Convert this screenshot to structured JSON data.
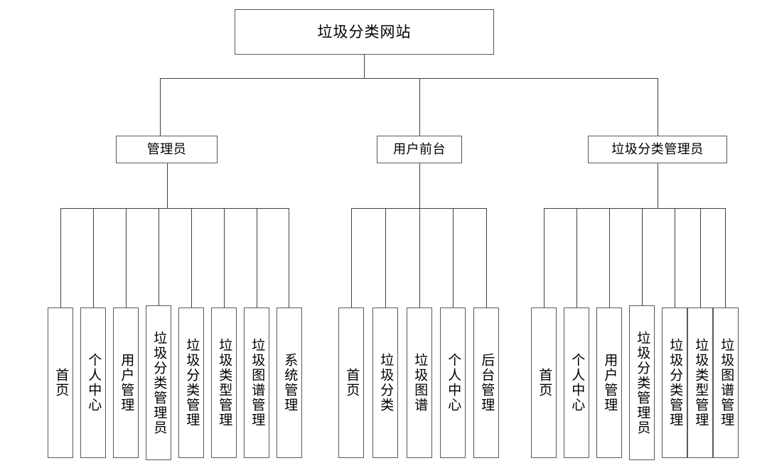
{
  "diagram": {
    "type": "tree",
    "title": "垃圾分类网站",
    "root": {
      "label": "垃圾分类网站"
    },
    "branches": [
      {
        "label": "管理员",
        "children": [
          {
            "label": "首页"
          },
          {
            "label": "个人中心"
          },
          {
            "label": "用户管理"
          },
          {
            "label": "垃圾分类管理员"
          },
          {
            "label": "垃圾分类管理"
          },
          {
            "label": "垃圾类型管理"
          },
          {
            "label": "垃圾图谱管理"
          },
          {
            "label": "系统管理"
          }
        ]
      },
      {
        "label": "用户前台",
        "children": [
          {
            "label": "首页"
          },
          {
            "label": "垃圾分类"
          },
          {
            "label": "垃圾图谱"
          },
          {
            "label": "个人中心"
          },
          {
            "label": "后台管理"
          }
        ]
      },
      {
        "label": "垃圾分类管理员",
        "children": [
          {
            "label": "首页"
          },
          {
            "label": "个人中心"
          },
          {
            "label": "用户管理"
          },
          {
            "label": "垃圾分类管理员"
          },
          {
            "label": "垃圾分类管理"
          },
          {
            "label": "垃圾类型管理"
          },
          {
            "label": "垃圾图谱管理"
          }
        ]
      }
    ],
    "colors": {
      "background": "#ffffff",
      "node_border": "#555a5e",
      "connector": "#3d4043",
      "text": "#000000"
    }
  }
}
